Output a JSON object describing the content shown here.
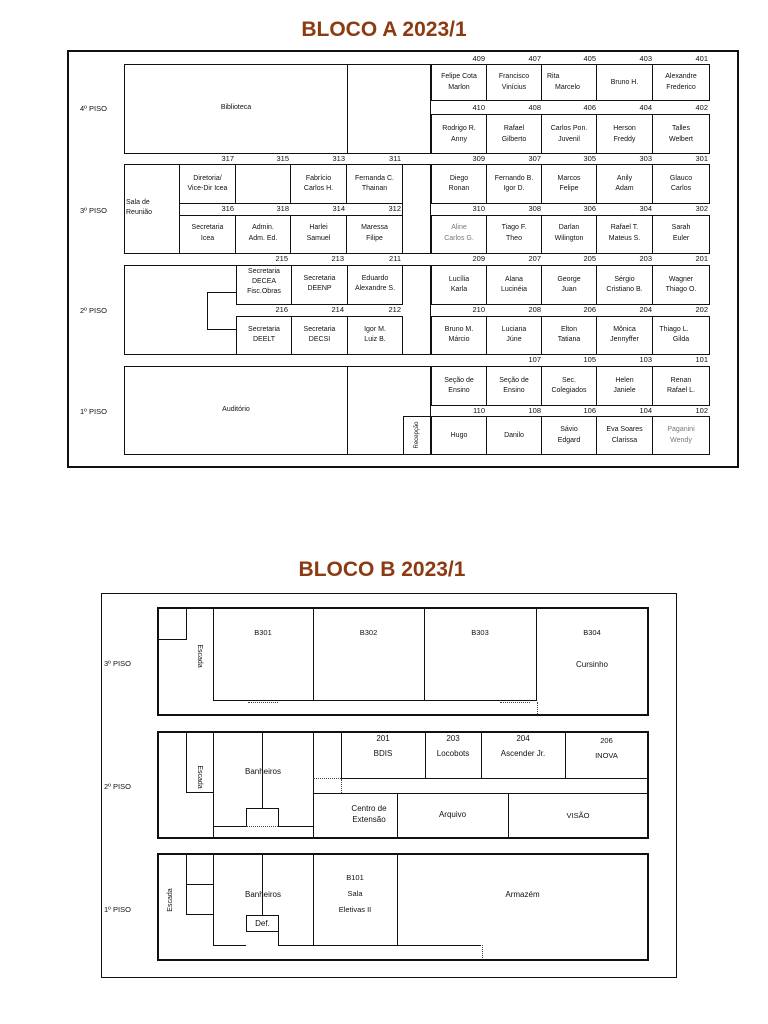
{
  "bloco_a": {
    "title": "BLOCO A 2023/1",
    "floors": {
      "f4": "4º PISO",
      "f3": "3º PISO",
      "f2": "2º PISO",
      "f1": "1º PISO"
    },
    "piso4": {
      "biblioteca": "Biblioteca",
      "n409": "409",
      "n407": "407",
      "n405": "405",
      "n403": "403",
      "n401": "401",
      "n410": "410",
      "n408": "408",
      "n406": "406",
      "n404": "404",
      "n402": "402",
      "r409": [
        "Felipe Cota",
        "Marlon"
      ],
      "r407": [
        "Francisco",
        "Vinícius"
      ],
      "r405": [
        "Rita",
        "Marcelo"
      ],
      "r403": [
        "Bruno H."
      ],
      "r401": [
        "Alexandre",
        "Frederico"
      ],
      "r410": [
        "Rodrigo R.",
        "Anny"
      ],
      "r408": [
        "Rafael",
        "Gilberto"
      ],
      "r406": [
        "Carlos Pon.",
        "Juvenil"
      ],
      "r404": [
        "Herson",
        "Freddy"
      ],
      "r402": [
        "Talles",
        "Welbert"
      ]
    },
    "piso3": {
      "sala_reuniao": [
        "Sala de",
        "Reunião"
      ],
      "n317": "317",
      "n315": "315",
      "n313": "313",
      "n311": "311",
      "n309": "309",
      "n307": "307",
      "n305": "305",
      "n303": "303",
      "n301": "301",
      "n316": "316",
      "n318": "318",
      "n314": "314",
      "n312": "312",
      "n310": "310",
      "n308": "308",
      "n306": "306",
      "n304": "304",
      "n302": "302",
      "r317": [
        "Diretoria/",
        "Vice-Dir Icea"
      ],
      "r313": [
        "Fabrício",
        "Carlos H."
      ],
      "r311": [
        "Fernanda C.",
        "Thainan"
      ],
      "r309": [
        "Diego",
        "Ronan"
      ],
      "r307": [
        "Fernando B.",
        "Igor D."
      ],
      "r305": [
        "Marcos",
        "Felipe"
      ],
      "r303": [
        "Anily",
        "Adam"
      ],
      "r301": [
        "Glauco",
        "Carlos"
      ],
      "r316": [
        "Secretaria",
        "Icea"
      ],
      "r318": [
        "Admin.",
        "Adm. Ed."
      ],
      "r314": [
        "Harlei",
        "Samuel"
      ],
      "r312": [
        "Maressa",
        "Filipe"
      ],
      "r310": [
        "Aline",
        "Carlos G."
      ],
      "r308": [
        "Tiago F.",
        "Theo"
      ],
      "r306": [
        "Darlan",
        "Wilington"
      ],
      "r304": [
        "Rafael T.",
        "Mateus S."
      ],
      "r302": [
        "Sarah",
        "Euler"
      ]
    },
    "piso2": {
      "n215": "215",
      "n213": "213",
      "n211": "211",
      "n209": "209",
      "n207": "207",
      "n205": "205",
      "n203": "203",
      "n201": "201",
      "n216": "216",
      "n214": "214",
      "n212": "212",
      "n210": "210",
      "n208": "208",
      "n206": "206",
      "n204": "204",
      "n202": "202",
      "r215": [
        "Secretaria",
        "DECEA",
        "Fisc.Obras"
      ],
      "r213": [
        "Secretaria",
        "DEENP"
      ],
      "r211": [
        "Eduardo",
        "Alexandre S."
      ],
      "r209": [
        "Lucília",
        "Karla"
      ],
      "r207": [
        "Alana",
        "Lucinéia"
      ],
      "r205": [
        "George",
        "Juan"
      ],
      "r203": [
        "Sérgio",
        "Cristiano B."
      ],
      "r201": [
        "Wagner",
        "Thiago O."
      ],
      "r216": [
        "Secretaria",
        "DEELT"
      ],
      "r214": [
        "Secretaria",
        "DECSI"
      ],
      "r212": [
        "Igor M.",
        "Luiz B."
      ],
      "r210": [
        "Bruno M.",
        "Márcio"
      ],
      "r208": [
        "Luciana",
        "Júne"
      ],
      "r206": [
        "Elton",
        "Tatiana"
      ],
      "r204": [
        "Mônica",
        "Jennyffer"
      ],
      "r202": [
        "Thiago L.",
        "Gilda"
      ]
    },
    "piso1": {
      "auditorio": "Auditório",
      "recepcao": "Recepção",
      "n107": "107",
      "n105": "105",
      "n103": "103",
      "n101": "101",
      "n110": "110",
      "n108": "108",
      "n106": "106",
      "n104": "104",
      "n102": "102",
      "r107": [
        "Seção de",
        "Ensino"
      ],
      "r105": [
        "Seção de",
        "Ensino"
      ],
      "r103": [
        "Sec.",
        "Colegiados"
      ],
      "r101": [
        "Helen",
        "Janiele"
      ],
      "r100": [
        "Renan",
        "Rafael L."
      ],
      "r110": [
        "Hugo"
      ],
      "r108": [
        "Danilo"
      ],
      "r106": [
        "Sávio",
        "Edgard"
      ],
      "r104": [
        "Eva Soares",
        "Clarissa"
      ],
      "r102": [
        "Paganini",
        "Wendy"
      ]
    }
  },
  "bloco_b": {
    "title": "BLOCO B 2023/1",
    "floors": {
      "f3": "3º PISO",
      "f2": "2º PISO",
      "f1": "1º PISO"
    },
    "escada": "Escada",
    "piso3": {
      "b301": "B301",
      "b302": "B302",
      "b303": "B303",
      "b304": "B304",
      "cursinho": "Cursinho"
    },
    "piso2": {
      "banheiros": "Banheiros",
      "n201": "201",
      "bdis": "BDIS",
      "n203": "203",
      "locobots": "Locobots",
      "n204": "204",
      "ascender": "Ascender Jr.",
      "n206": "206",
      "inova": "INOVA",
      "centro": [
        "Centro de",
        "Extensão"
      ],
      "arquivo": "Arquivo",
      "visao": "VISÃO"
    },
    "piso1": {
      "banheiros": "Banheiros",
      "def": "Def.",
      "b101": [
        "B101",
        "Sala",
        "Eletivas II"
      ],
      "armazem": "Armazém"
    }
  }
}
